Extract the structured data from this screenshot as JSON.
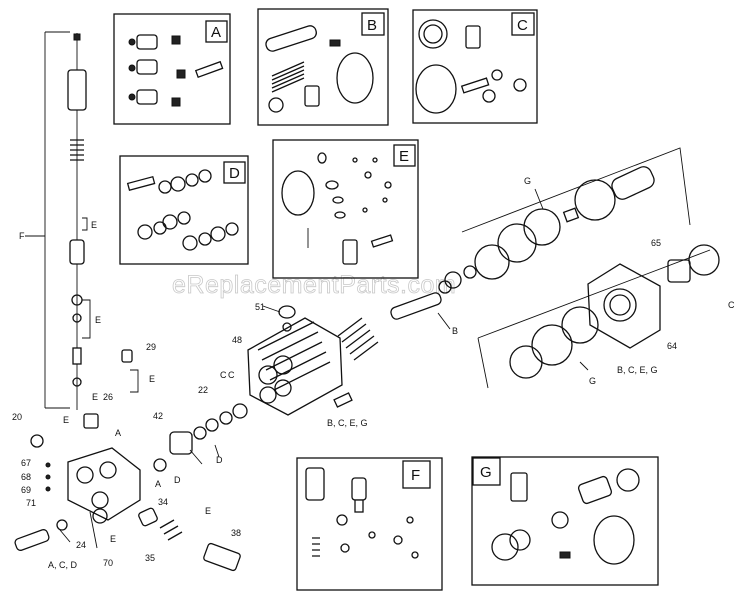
{
  "watermark": "eReplacementParts.com",
  "kits": {
    "A": "A",
    "B": "B",
    "C": "C",
    "D": "D",
    "E": "E",
    "F": "F",
    "G": "G"
  },
  "callouts": {
    "c20": "20",
    "c26": "26",
    "c67": "67",
    "c68": "68",
    "c69": "69",
    "c71": "71",
    "c24": "24",
    "c70": "70",
    "c34": "34",
    "c35": "35",
    "c38": "38",
    "c29": "29",
    "c42": "42",
    "c22": "22",
    "c48": "48",
    "c51": "51",
    "c65": "65",
    "c64": "64",
    "kit_list_bottom_left": "A, C, D",
    "kit_list_mid": "B, C, E, G",
    "kit_list_right": "B, C, E, G",
    "lbl_F": "F",
    "lbl_E1": "E",
    "lbl_E2": "E",
    "lbl_E3": "E",
    "lbl_E4": "E",
    "lbl_E5": "E",
    "lbl_E6": "E",
    "lbl_E7": "E",
    "lbl_A1": "A",
    "lbl_A2": "A",
    "lbl_C1": "C",
    "lbl_C2": "C",
    "lbl_C3": "C",
    "lbl_D1": "D",
    "lbl_D2": "D",
    "lbl_G1": "G",
    "lbl_G2": "G",
    "lbl_B1": "B"
  }
}
